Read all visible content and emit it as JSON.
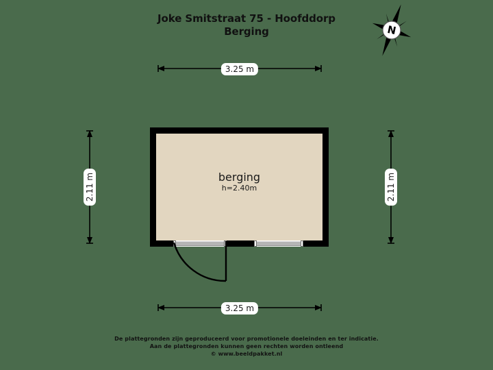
{
  "page": {
    "background_color": "#4a6b4c",
    "wall_color": "#000000",
    "room_fill_color": "#e2d6c0",
    "text_color": "#111111"
  },
  "header": {
    "title_line_1": "Joke Smitstraat 75 - Hoofddorp",
    "title_line_2": "Berging"
  },
  "compass": {
    "label": "N",
    "icon": "compass-rose-icon"
  },
  "plan": {
    "room": {
      "name": "berging",
      "height_label": "h=2.40m"
    },
    "openings": [
      {
        "type": "door",
        "name": "door-opening"
      },
      {
        "type": "window",
        "name": "window-opening"
      }
    ]
  },
  "dimensions": {
    "top": "3.25 m",
    "bottom": "3.25 m",
    "left": "2.11 m",
    "right": "2.11 m"
  },
  "footer": {
    "line_1": "De plattegronden zijn geproduceerd voor promotionele doeleinden en ter indicatie.",
    "line_2": "Aan de plattegronden kunnen geen rechten worden ontleend",
    "line_3": "© www.beeldpakket.nl"
  }
}
